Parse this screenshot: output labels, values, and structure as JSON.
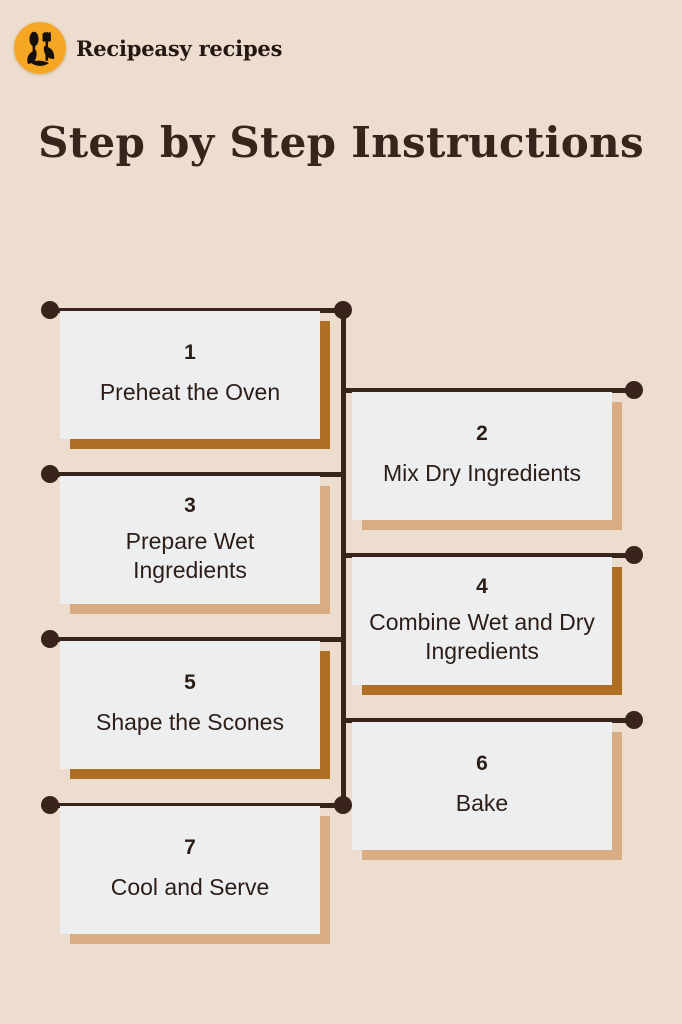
{
  "brand": {
    "name": "Recipeasy recipes",
    "logo_icon": "cooking-utensils-icon",
    "logo_color": "#F5A623"
  },
  "header": {
    "title": "Step by Step Instructions"
  },
  "theme": {
    "background": "#EDDDCE",
    "card_face": "#EDEEF0",
    "accent_dark": "#AE6E23",
    "accent_light": "#D8AD84",
    "connector": "#38241B",
    "text": "#2C1D16"
  },
  "flow": {
    "steps": [
      {
        "number": "1",
        "label": "Preheat the Oven",
        "column": "left",
        "shade": "dark"
      },
      {
        "number": "2",
        "label": "Mix Dry Ingredients",
        "column": "right",
        "shade": "light"
      },
      {
        "number": "3",
        "label": "Prepare Wet Ingredients",
        "column": "left",
        "shade": "light"
      },
      {
        "number": "4",
        "label": "Combine Wet and Dry Ingredients",
        "column": "right",
        "shade": "dark"
      },
      {
        "number": "5",
        "label": "Shape the Scones",
        "column": "left",
        "shade": "dark"
      },
      {
        "number": "6",
        "label": "Bake",
        "column": "right",
        "shade": "light"
      },
      {
        "number": "7",
        "label": "Cool and Serve",
        "column": "left",
        "shade": "light"
      }
    ]
  }
}
